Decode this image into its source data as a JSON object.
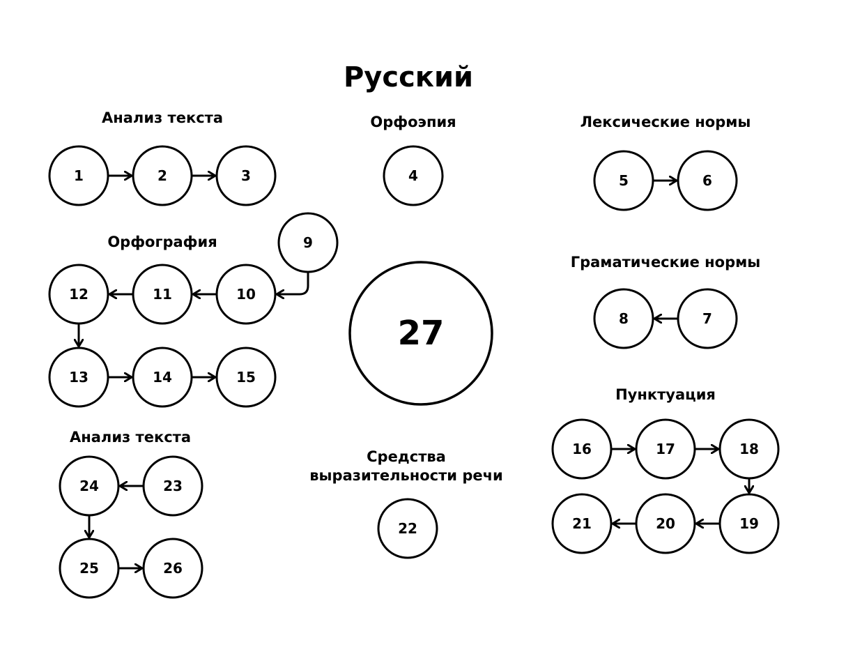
{
  "title": "Русский",
  "sections": {
    "analysis1": "Анализ текста",
    "orthoepy": "Орфоэпия",
    "lexical": "Лексические нормы",
    "orthography": "Орфография",
    "grammar": "Граматические нормы",
    "punctuation": "Пунктуация",
    "analysis2": "Анализ текста",
    "expressive_line1": "Средства",
    "expressive_line2": "выразительности речи"
  },
  "nodes": [
    "1",
    "2",
    "3",
    "4",
    "5",
    "6",
    "7",
    "8",
    "9",
    "10",
    "11",
    "12",
    "13",
    "14",
    "15",
    "16",
    "17",
    "18",
    "19",
    "20",
    "21",
    "22",
    "23",
    "24",
    "25",
    "26",
    "27"
  ],
  "edges": [
    [
      "1",
      "2"
    ],
    [
      "2",
      "3"
    ],
    [
      "5",
      "6"
    ],
    [
      "7",
      "8"
    ],
    [
      "9",
      "10"
    ],
    [
      "10",
      "11"
    ],
    [
      "11",
      "12"
    ],
    [
      "12",
      "13"
    ],
    [
      "13",
      "14"
    ],
    [
      "14",
      "15"
    ],
    [
      "16",
      "17"
    ],
    [
      "17",
      "18"
    ],
    [
      "18",
      "19"
    ],
    [
      "19",
      "20"
    ],
    [
      "20",
      "21"
    ],
    [
      "23",
      "24"
    ],
    [
      "24",
      "25"
    ],
    [
      "25",
      "26"
    ]
  ],
  "colors": {
    "stroke": "#000000",
    "fill": "#ffffff"
  }
}
